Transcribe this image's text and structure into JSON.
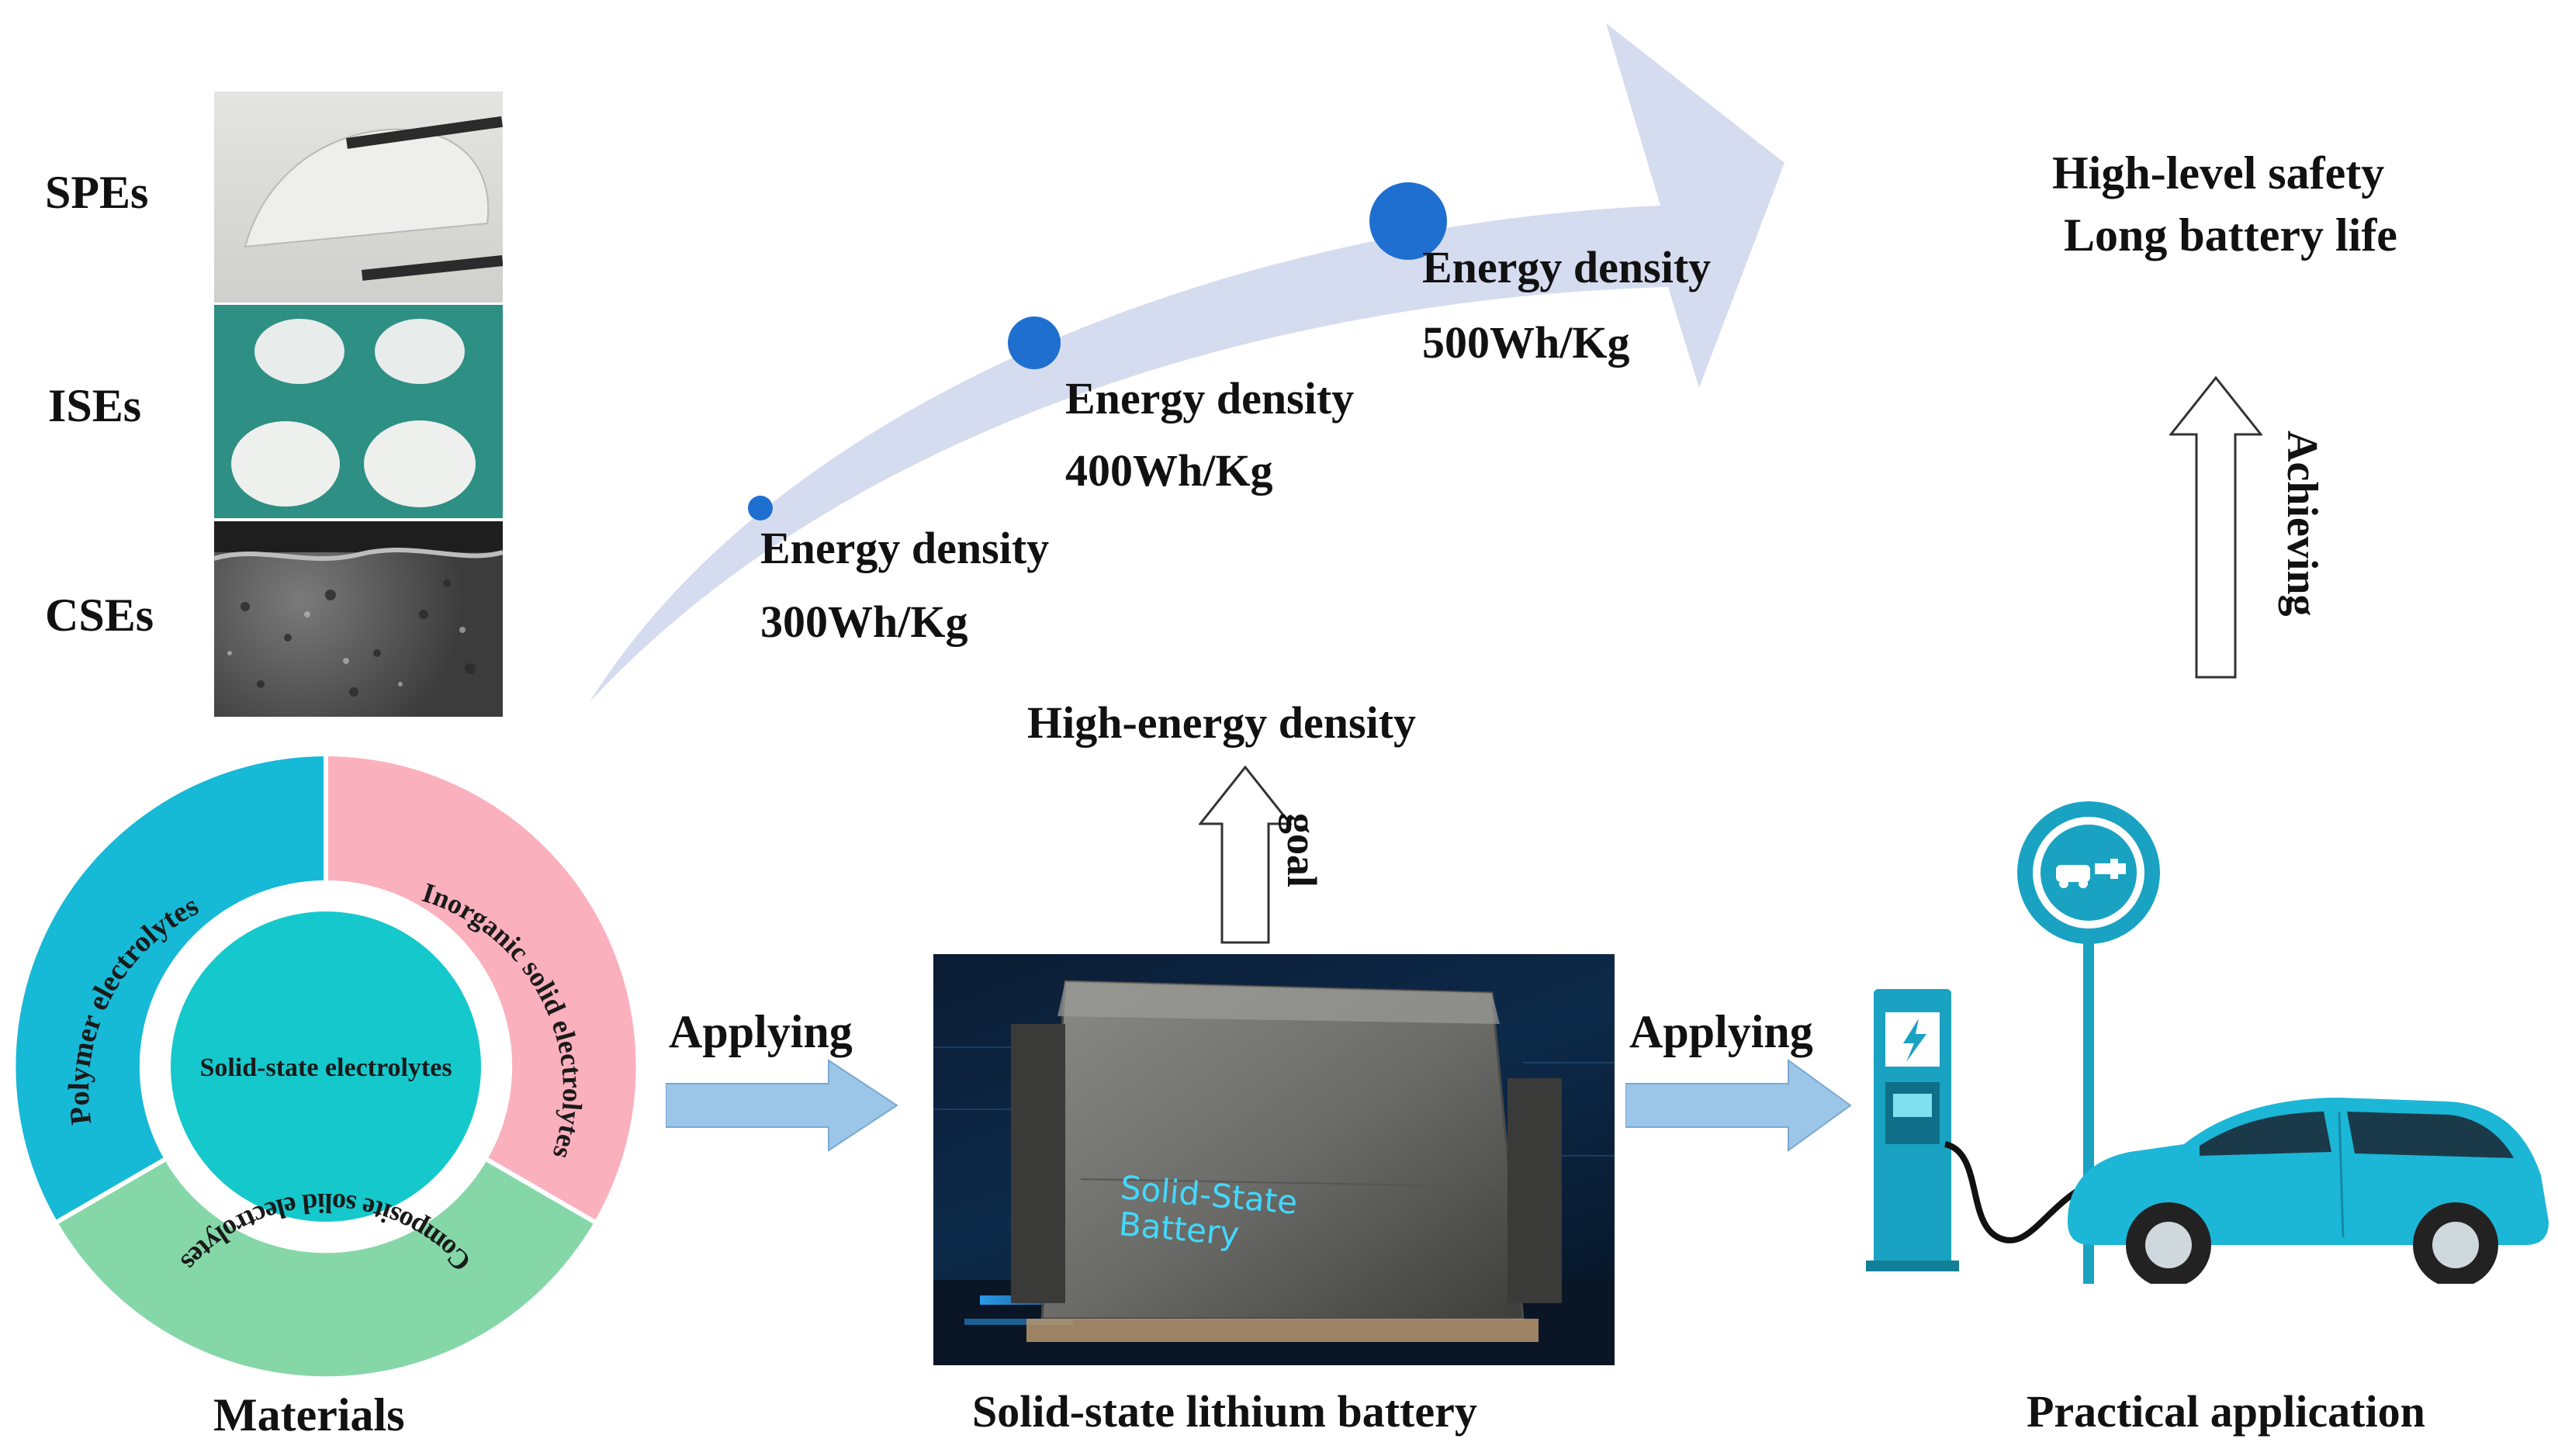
{
  "materials": {
    "photo_labels": [
      "SPEs",
      "ISEs",
      "CSEs"
    ],
    "caption": "Materials",
    "ring": {
      "center": "Solid-state electrolytes",
      "segments": [
        "Polymer electrolytes",
        "Inorganic solid electrolytes",
        "Composite solid electrolytes"
      ],
      "colors": {
        "polymer": "#16b9d6",
        "inorganic": "#fbb0bd",
        "composite": "#86d7a8",
        "center": "#15c8cc"
      }
    }
  },
  "trend": {
    "milestones": [
      {
        "title": "Energy density",
        "value": "300Wh/Kg"
      },
      {
        "title": "Energy density",
        "value": "400Wh/Kg"
      },
      {
        "title": "Energy density",
        "value": "500Wh/Kg"
      }
    ],
    "arrow_color": "#d6dcef",
    "dot_color": "#1f6fd0"
  },
  "battery": {
    "goal_label": "goal",
    "goal_text": "High-energy density",
    "caption": "Solid-state lithium battery",
    "cell_text_1": "Solid-State",
    "cell_text_2": "Battery"
  },
  "flow": {
    "applying_1": "Applying",
    "applying_2": "Applying",
    "achieving": "Achieving",
    "arrow_color": "#9cc6e8"
  },
  "application": {
    "outcome_1": "High-level safety",
    "outcome_2": "Long battery life",
    "caption": "Practical application",
    "car_color": "#1cb6d6"
  }
}
